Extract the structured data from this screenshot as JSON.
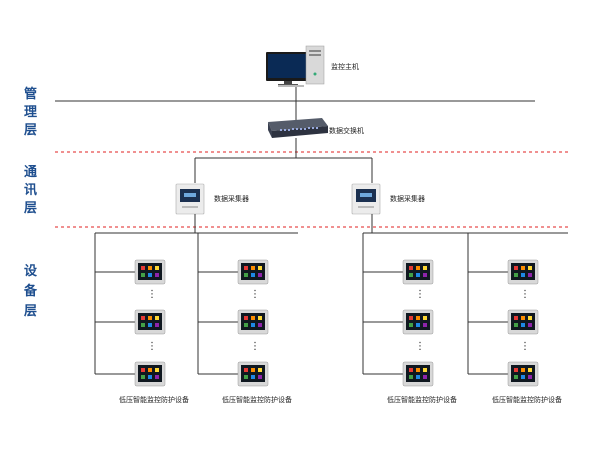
{
  "layers": {
    "management": [
      "管",
      "理",
      "层"
    ],
    "communication": [
      "通",
      "讯",
      "层"
    ],
    "device": [
      "设",
      "备",
      "层"
    ]
  },
  "nodes": {
    "host_label": "监控主机",
    "switch_label": "数据交换机",
    "collector_left_label": "数据采集器",
    "collector_right_label": "数据采集器"
  },
  "device_groups": [
    {
      "label": "低压智能监控防护设备"
    },
    {
      "label": "低压智能监控防护设备"
    },
    {
      "label": "低压智能监控防护设备"
    },
    {
      "label": "低压智能监控防护设备"
    }
  ],
  "ellipsis": "⋮",
  "colors": {
    "layer_text": "#1f4f8f",
    "separator_dashed": "#e02020",
    "line": "#333333",
    "switch": "#2d3240",
    "collector": "#e8e8e8",
    "device_screen": "#101820"
  }
}
